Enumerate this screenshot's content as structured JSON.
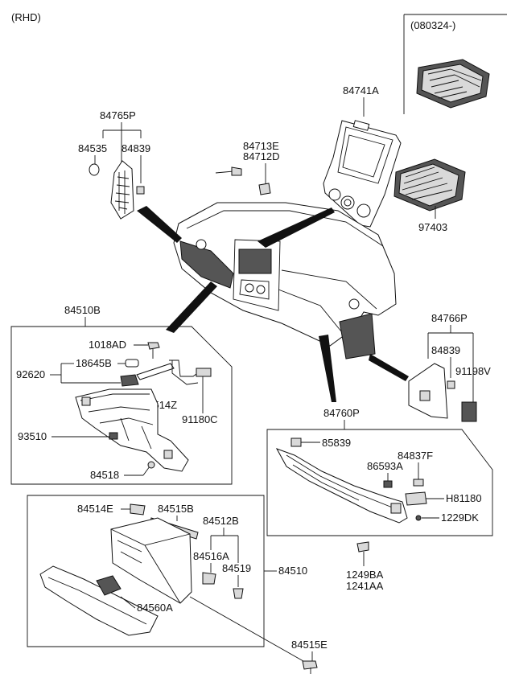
{
  "variant_note": "(RHD)",
  "date_code": "(080324-)",
  "labels": {
    "p84765P": "84765P",
    "p84535": "84535",
    "p84839a": "84839",
    "p84713E": "84713E",
    "p84712D": "84712D",
    "p84741A": "84741A",
    "p97403": "97403",
    "p84510B": "84510B",
    "p1018AD": "1018AD",
    "p18645B": "18645B",
    "p92620": "92620",
    "p84514Z": "84514Z",
    "p91180C": "91180C",
    "p93510": "93510",
    "p84518": "84518",
    "p84766P": "84766P",
    "p84839b": "84839",
    "p91198V": "91198V",
    "p84760P": "84760P",
    "p85839": "85839",
    "p84837F": "84837F",
    "p86593A": "86593A",
    "pH81180": "H81180",
    "p1229DK": "1229DK",
    "p1249BA": "1249BA",
    "p1241AA": "1241AA",
    "p84514E": "84514E",
    "p84515B": "84515B",
    "p84512B": "84512B",
    "p84516A": "84516A",
    "p84519": "84519",
    "p84510": "84510",
    "p84560A": "84560A",
    "p84515E": "84515E"
  }
}
